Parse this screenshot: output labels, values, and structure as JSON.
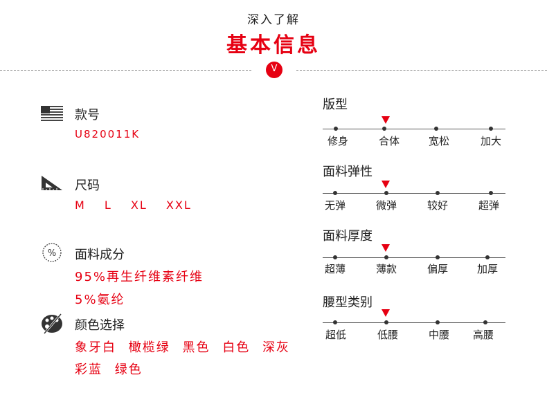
{
  "header": {
    "subtitle": "深入了解",
    "title": "基本信息",
    "badge": "V"
  },
  "colors": {
    "accent": "#e60012",
    "text": "#222222"
  },
  "left": {
    "style": {
      "icon": "flag-icon",
      "label": "款号",
      "value": "U820011K"
    },
    "size": {
      "icon": "ruler-triangle-icon",
      "label": "尺码",
      "values": [
        "M",
        "L",
        "XL",
        "XXL"
      ]
    },
    "fabric": {
      "icon": "percent-icon",
      "label": "面料成分",
      "lines": [
        "95%再生纤维素纤维",
        "5%氨纶"
      ]
    },
    "color": {
      "icon": "palette-icon",
      "label": "颜色选择",
      "line1": [
        "象牙白",
        "橄榄绿",
        "黑色",
        "白色",
        "深灰"
      ],
      "line2": [
        "彩蓝",
        "绿色"
      ]
    }
  },
  "scales": [
    {
      "title": "版型",
      "options": [
        "修身",
        "合体",
        "宽松",
        "加大"
      ],
      "selected": 1
    },
    {
      "title": "面料弹性",
      "options": [
        "无弹",
        "微弹",
        "较好",
        "超弹"
      ],
      "selected": 1
    },
    {
      "title": "面料厚度",
      "options": [
        "超薄",
        "薄款",
        "偏厚",
        "加厚"
      ],
      "selected": 1
    },
    {
      "title": "腰型类别",
      "options": [
        "超低",
        "低腰",
        "中腰",
        "高腰"
      ],
      "selected": 1
    }
  ]
}
